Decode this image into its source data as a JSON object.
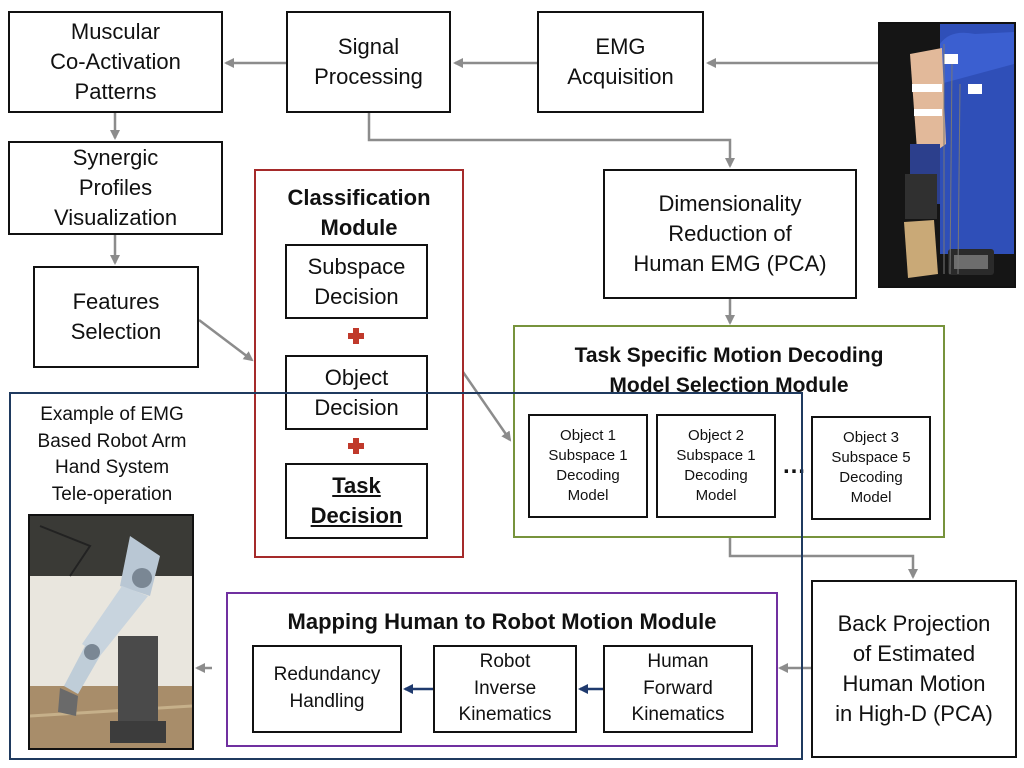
{
  "nodes": {
    "muscular": "Muscular\nCo-Activation\nPatterns",
    "signal": "Signal\nProcessing",
    "emg_acq": "EMG\nAcquisition",
    "synergic": "Synergic\nProfiles\nVisualization",
    "features": "Features\nSelection",
    "dimred": "Dimensionality\nReduction of\nHuman EMG (PCA)",
    "back_proj": "Back Projection\nof Estimated\nHuman Motion\nin High-D (PCA)"
  },
  "classification": {
    "title": "Classification\nModule",
    "subspace": "Subspace\nDecision",
    "object": "Object\nDecision",
    "task": "Task\nDecision"
  },
  "task_module": {
    "title": "Task Specific Motion Decoding\nModel Selection Module",
    "models": [
      "Object 1\nSubspace 1\nDecoding\nModel",
      "Object 2\nSubspace 1\nDecoding\nModel",
      "Object 3\nSubspace 5\nDecoding\nModel"
    ],
    "ellipsis": "…"
  },
  "mapping": {
    "title": "Mapping Human to Robot Motion Module",
    "redundancy": "Redundancy\nHandling",
    "robot_ik": "Robot\nInverse\nKinematics",
    "human_fk": "Human\nForward\nKinematics"
  },
  "example": {
    "caption": "Example of EMG\nBased Robot Arm\nHand System\nTele-operation"
  },
  "colors": {
    "classification_border": "#a52a2a",
    "task_module_border": "#77933c",
    "mapping_border": "#7030a0",
    "example_border": "#1f3a5f",
    "arrow_gray": "#8c8c8c",
    "arrow_blue": "#1f3a6e"
  }
}
